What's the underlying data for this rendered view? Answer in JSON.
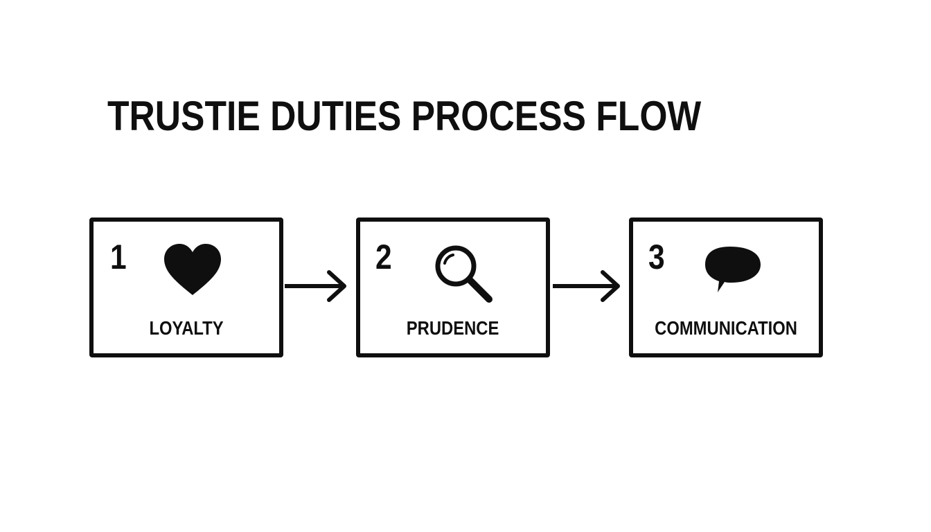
{
  "title": "TRUSTIE DUTIES PROCESS FLOW",
  "steps": [
    {
      "number": "1",
      "label": "LOYALTY",
      "icon": "heart-icon"
    },
    {
      "number": "2",
      "label": "PRUDENCE",
      "icon": "magnifying-glass-icon"
    },
    {
      "number": "3",
      "label": "COMMUNICATION",
      "icon": "speech-bubble-icon"
    }
  ],
  "colors": {
    "ink": "#0f0f0f",
    "background": "#ffffff"
  }
}
